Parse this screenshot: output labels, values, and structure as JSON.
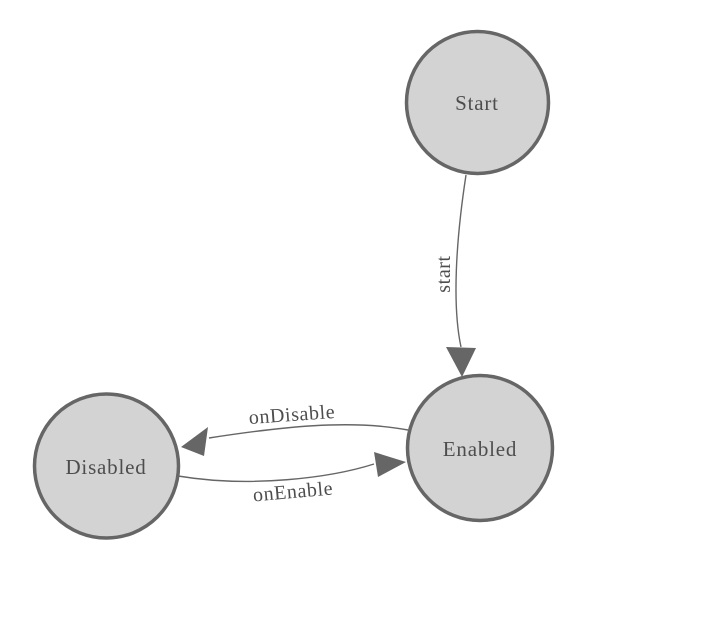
{
  "diagram": {
    "colors": {
      "background": "#ffffff",
      "node_fill": "#d3d3d3",
      "node_stroke": "#666666",
      "edge": "#666666",
      "text": "#4d4d4d"
    },
    "nodes": [
      {
        "id": "start",
        "label": "Start"
      },
      {
        "id": "enabled",
        "label": "Enabled"
      },
      {
        "id": "disabled",
        "label": "Disabled"
      }
    ],
    "edges": [
      {
        "from": "start",
        "to": "enabled",
        "label": "start"
      },
      {
        "from": "enabled",
        "to": "disabled",
        "label": "onDisable"
      },
      {
        "from": "disabled",
        "to": "enabled",
        "label": "onEnable"
      }
    ]
  }
}
